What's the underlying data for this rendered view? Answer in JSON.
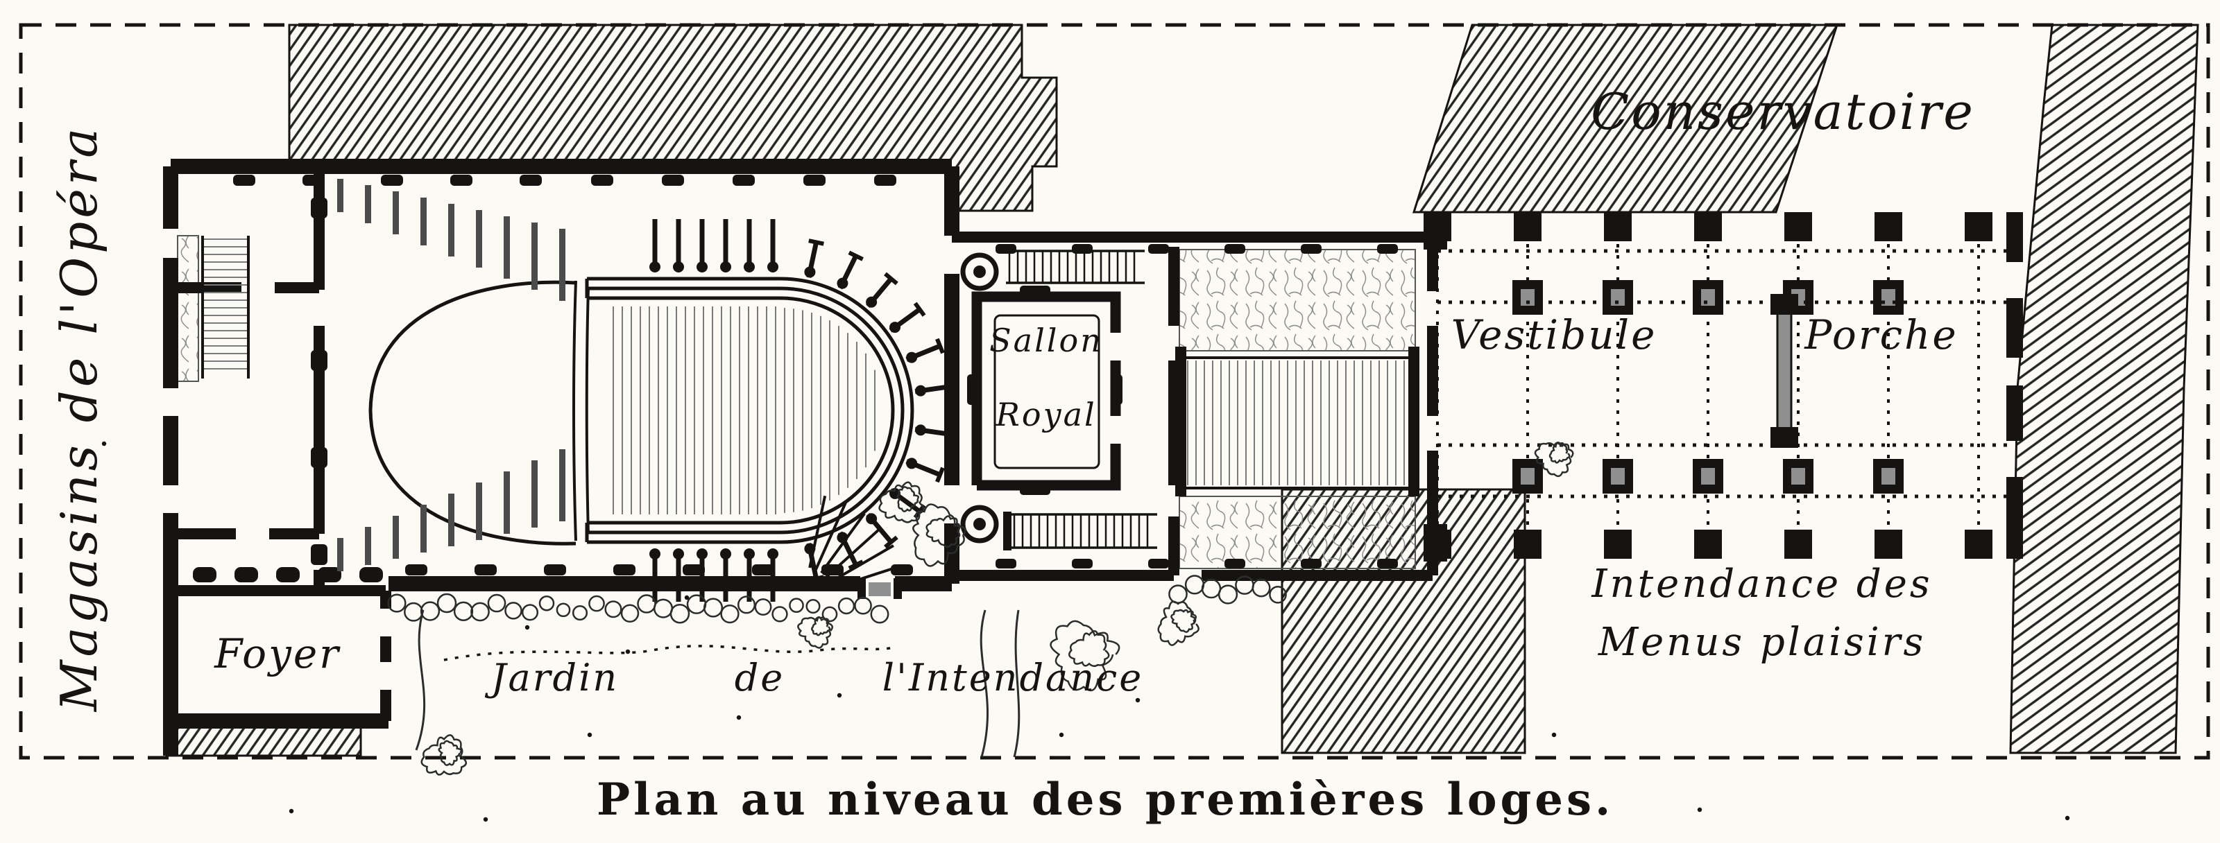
{
  "plan": {
    "caption": "Plan au niveau des premières loges.",
    "labels": {
      "magasins": "Magasins de l'Opéra",
      "foyer": "Foyer",
      "jardin_word1": "Jardin",
      "jardin_word2": "de",
      "jardin_word3": "l'Intendance",
      "sallon_line1": "Sallon",
      "sallon_line2": "Royal",
      "vestibule": "Vestibule",
      "porche": "Porche",
      "conservatoire": "Conservatoire",
      "intendance_line1": "Intendance des",
      "intendance_line2": "Menus plaisirs"
    },
    "colors": {
      "ink": "#151413",
      "paper": "#fbfaf5",
      "hatch": "#242424",
      "grey": "#8f8f8f"
    }
  }
}
